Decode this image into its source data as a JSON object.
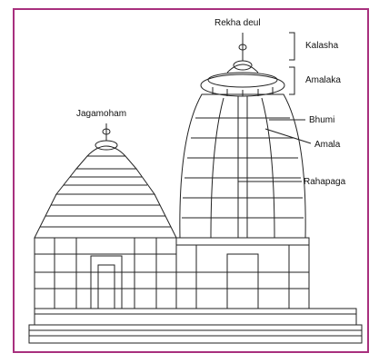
{
  "diagram": {
    "frame_color": "#a8307e",
    "labels": {
      "rekha_deul": "Rekha deul",
      "kalasha": "Kalasha",
      "amalaka": "Amalaka",
      "jagamoham": "Jagamoham",
      "bhumi": "Bhumi",
      "amala": "Amala",
      "rahapaga": "Rahapaga"
    }
  }
}
